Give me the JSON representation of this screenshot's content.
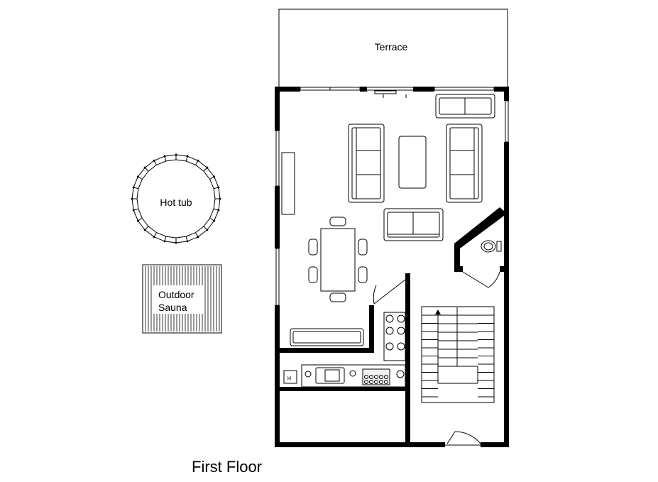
{
  "floor_title": "First Floor",
  "rooms": {
    "terrace": "Terrace",
    "hot_tub": "Hot tub",
    "sauna_line1": "Outdoor",
    "sauna_line2": "Sauna"
  }
}
